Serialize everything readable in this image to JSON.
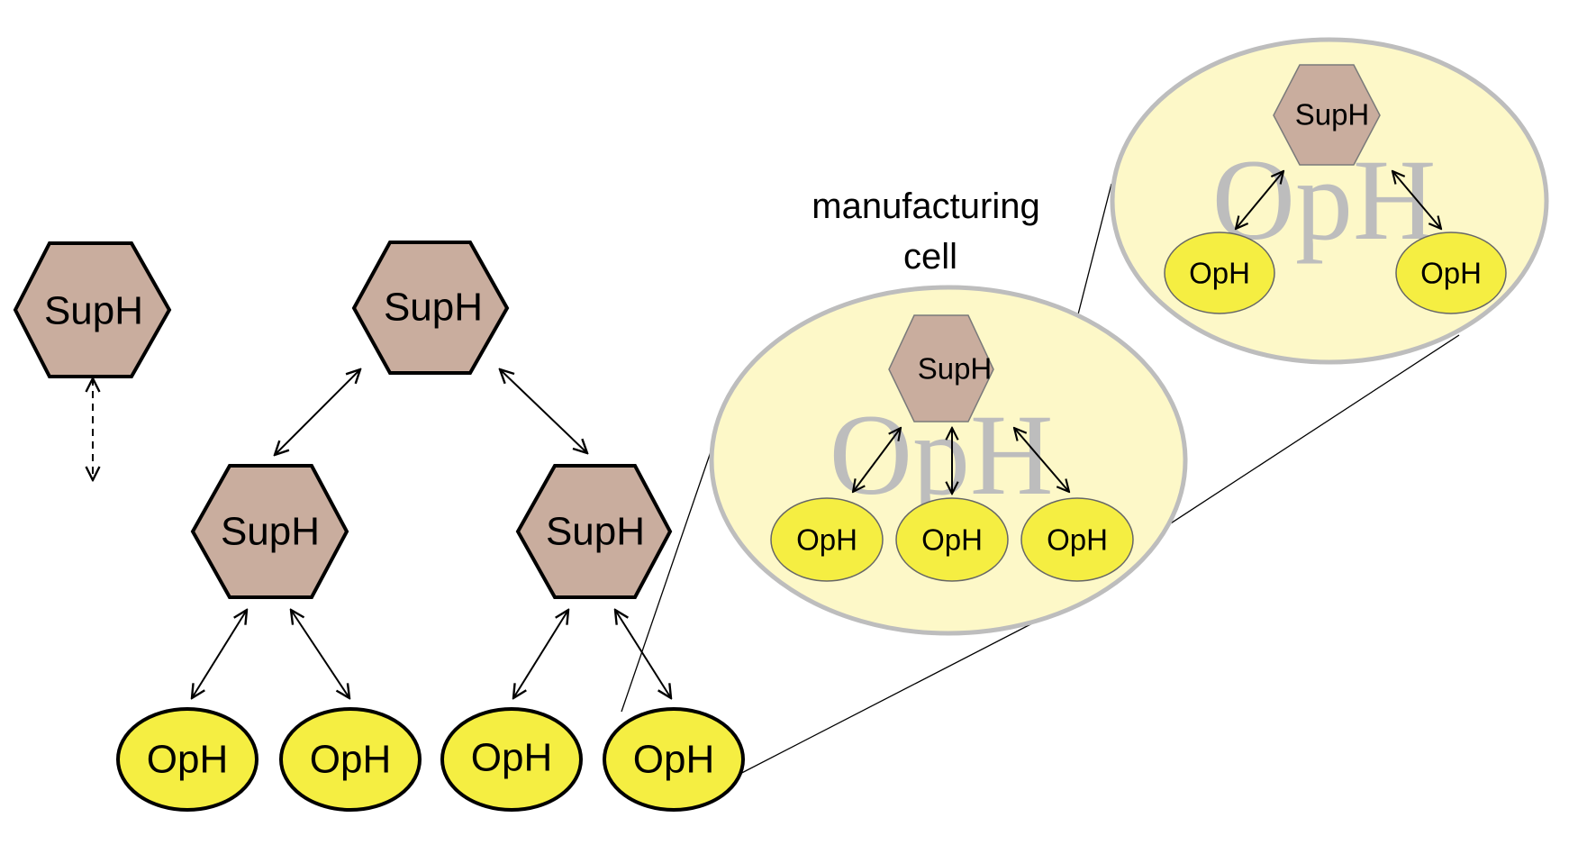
{
  "colors": {
    "supervisor_fill": "#c9ad9e",
    "operational_fill": "#f5ee42",
    "cell_fill": "#fdf8c8",
    "cell_stroke": "#bdbdbd",
    "watermark": "#bdbdbd"
  },
  "hierarchy": {
    "lone_supervisor": "SupH",
    "root_supervisor": "SupH",
    "left_supervisor": "SupH",
    "right_supervisor": "SupH",
    "operational_holons": [
      "OpH",
      "OpH",
      "OpH",
      "OpH"
    ]
  },
  "cell": {
    "caption_line1": "manufacturing",
    "caption_line2": "cell",
    "supervisor": "SupH",
    "watermark": "OpH",
    "operational_holons": [
      "OpH",
      "OpH",
      "OpH"
    ]
  },
  "zoom": {
    "supervisor": "SupH",
    "watermark": "OpH",
    "operational_holons": [
      "OpH",
      "OpH"
    ]
  }
}
